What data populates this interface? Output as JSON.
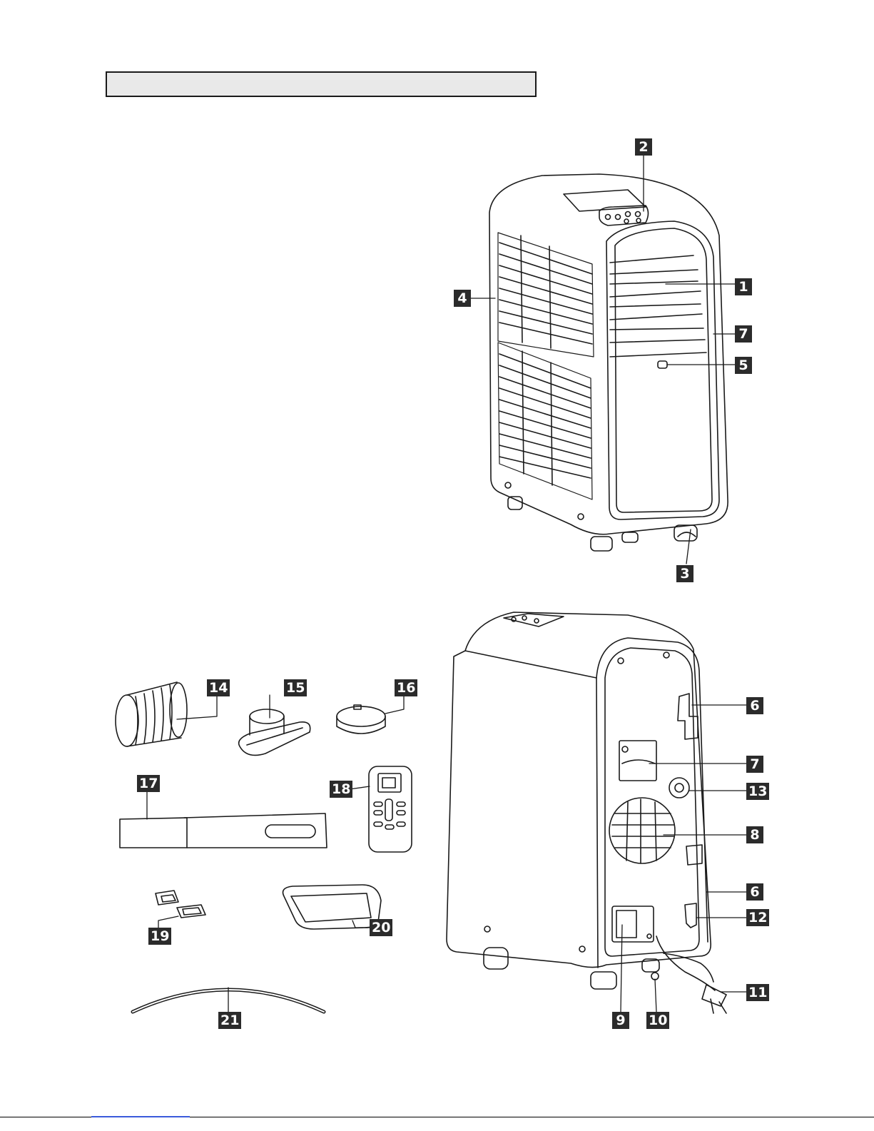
{
  "title_box": {
    "text": ""
  },
  "callouts": {
    "c1": "1",
    "c2": "2",
    "c3": "3",
    "c4": "4",
    "c5": "5",
    "c6a": "6",
    "c6b": "6",
    "c7a": "7",
    "c7b": "7",
    "c8": "8",
    "c9": "9",
    "c10": "10",
    "c11": "11",
    "c12": "12",
    "c13": "13",
    "c14": "14",
    "c15": "15",
    "c16": "16",
    "c17": "17",
    "c18": "18",
    "c19": "19",
    "c20": "20",
    "c21": "21"
  },
  "colors": {
    "callout_bg": "#2b2b2b",
    "line": "#1a1a1a",
    "title_bg": "#e9e9e9"
  }
}
